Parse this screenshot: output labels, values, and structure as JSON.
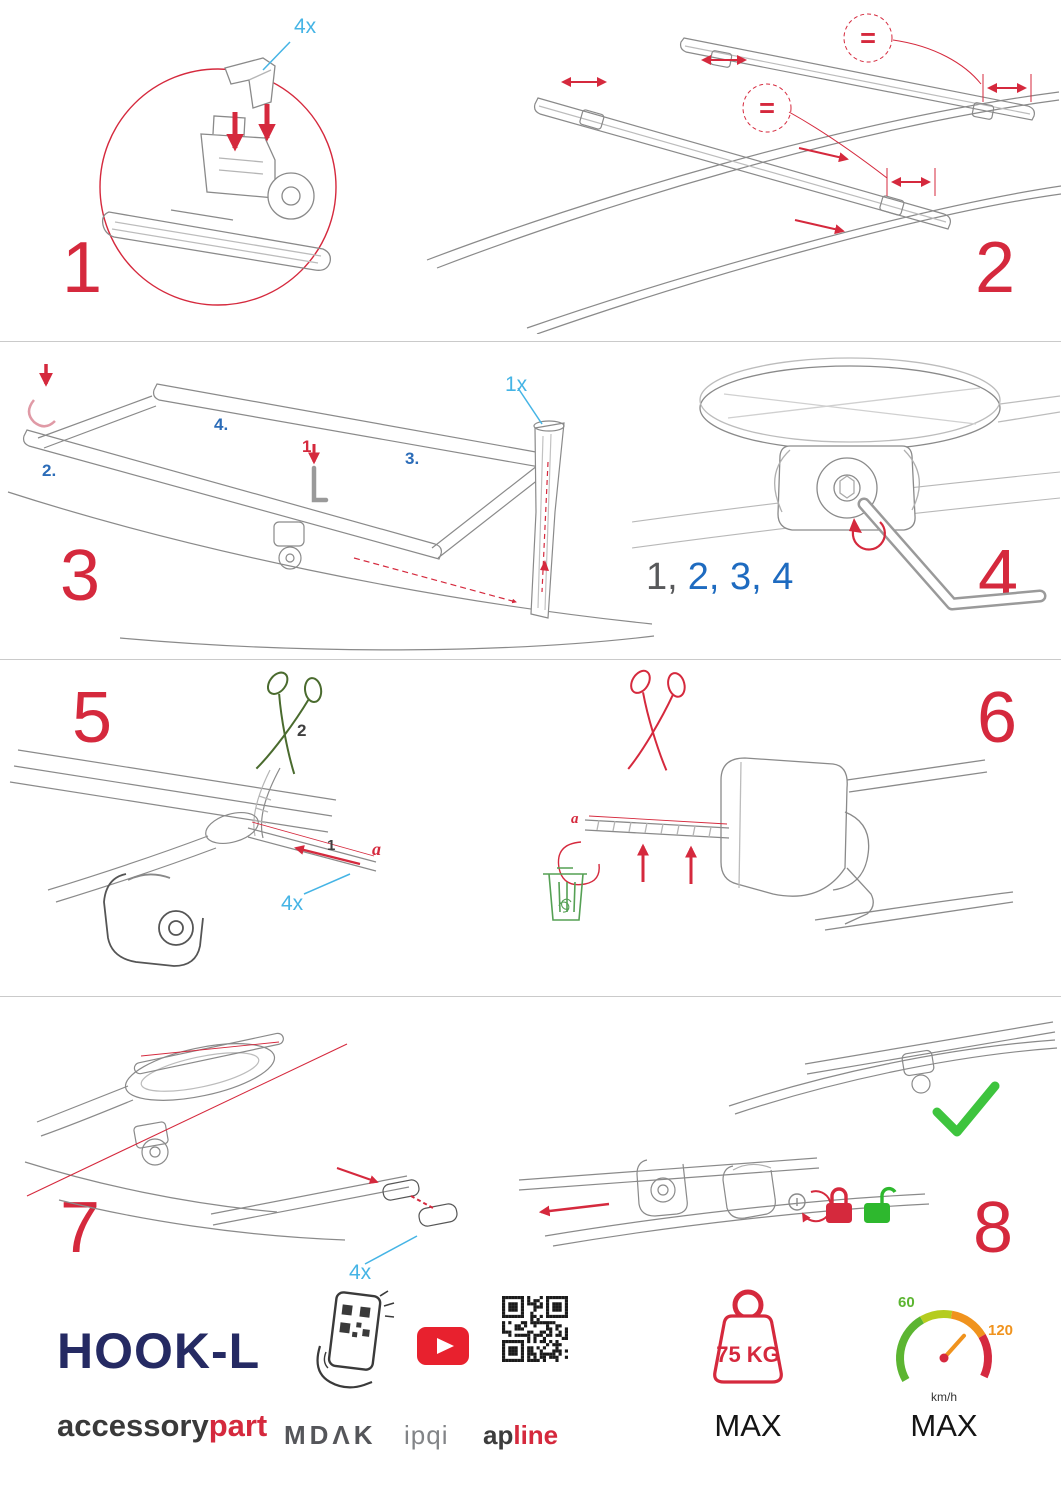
{
  "steps": {
    "s1": {
      "number": "1",
      "qty_label": "4x"
    },
    "s2": {
      "number": "2",
      "equal_top": "=",
      "equal_mid": "="
    },
    "s3": {
      "number": "3",
      "qty_label": "1x",
      "label_1": "1.",
      "label_2": "2.",
      "label_3": "3.",
      "label_4": "4."
    },
    "s4": {
      "number": "4",
      "seq_first": "1,",
      "seq_rest": "2, 3, 4"
    },
    "s5": {
      "number": "5",
      "qty_label": "4x",
      "label_1": "1",
      "label_2": "2",
      "label_a": "a"
    },
    "s6": {
      "number": "6",
      "label_a": "a"
    },
    "s7": {
      "number": "7",
      "qty_label": "4x"
    },
    "s8": {
      "number": "8"
    }
  },
  "footer": {
    "product_name": "HOOK-L",
    "brand_part1": "accessory",
    "brand_part2": "part",
    "logo_mdak": "MDΛK",
    "logo_ipqi": "ipqi",
    "logo_apline_part1": "ap",
    "logo_apline_part2": "line",
    "weight": {
      "value": "75 KG",
      "max_label": "MAX"
    },
    "speed": {
      "low": "60",
      "high": "120",
      "unit": "km/h",
      "max_label": "MAX"
    }
  },
  "colors": {
    "accent_red": "#d5293d",
    "label_blue_light": "#45b4e5",
    "label_blue": "#2b6cb8",
    "brand_navy": "#252a63",
    "check_green": "#3ec43e",
    "lock_green": "#2eb82e",
    "trash_green": "#55a054",
    "gauge_green": "#5cb531",
    "gauge_orange": "#f0931e"
  }
}
